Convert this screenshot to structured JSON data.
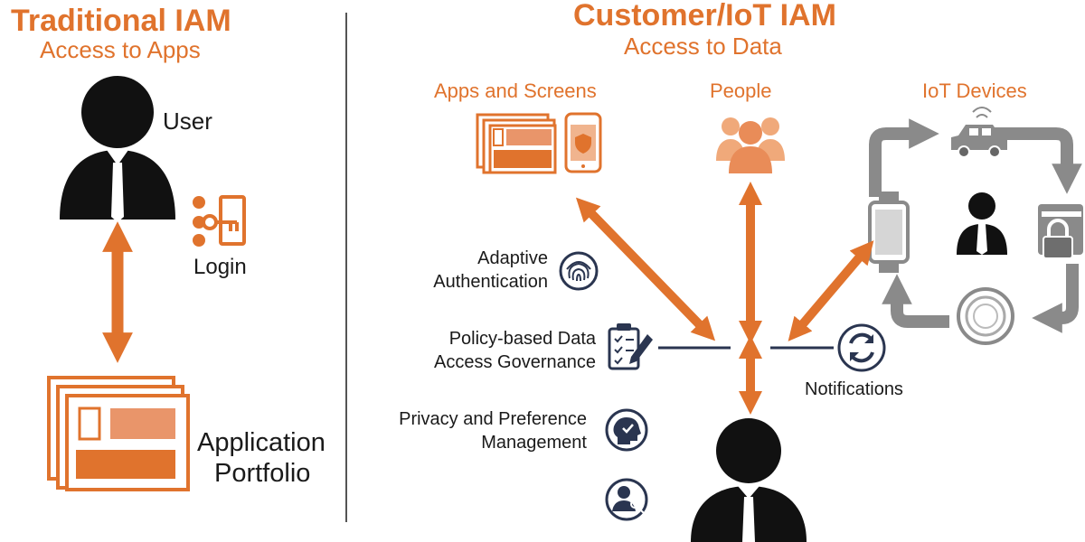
{
  "left": {
    "title": "Traditional IAM",
    "subtitle": "Access to Apps",
    "user_label": "User",
    "login_label": "Login",
    "portfolio_line1": "Application",
    "portfolio_line2": "Portfolio"
  },
  "right": {
    "title": "Customer/IoT IAM",
    "subtitle": "Access to Data",
    "categories": {
      "apps": "Apps and Screens",
      "people": "People",
      "iot": "IoT Devices"
    },
    "features": [
      {
        "line1": "Adaptive",
        "line2": "Authentication"
      },
      {
        "line1": "Policy-based Data",
        "line2": "Access Governance"
      },
      {
        "line1": "Privacy and Preference",
        "line2": "Management"
      }
    ],
    "notifications_label": "Notifications"
  },
  "colors": {
    "accent": "#e0732d",
    "accent_light": "#eea478",
    "text": "#1a1a1a",
    "gray": "#8a8a8a",
    "navy": "#2a3550"
  },
  "icons": [
    "user-icon",
    "key-login-icon",
    "app-window-icon",
    "phone-icon",
    "people-group-icon",
    "car-icon",
    "smartwatch-icon",
    "lock-icon",
    "thermostat-icon",
    "fingerprint-icon",
    "checklist-icon",
    "refresh-icon",
    "privacy-check-icon",
    "user-key-icon"
  ]
}
